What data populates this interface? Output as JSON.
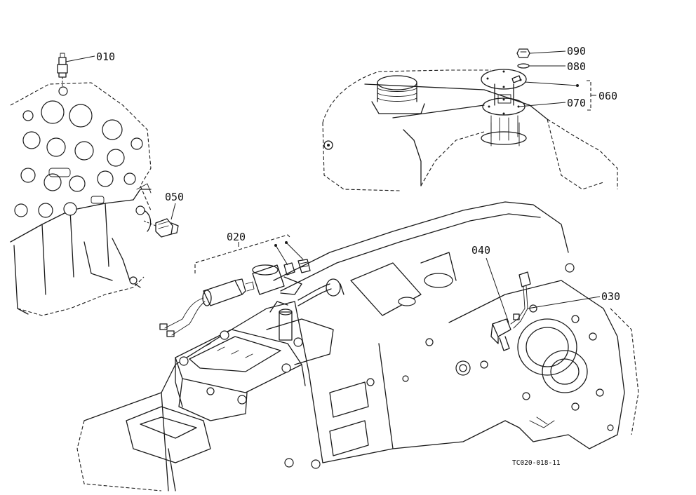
{
  "diagram": {
    "reference_code": "TC020-018-11",
    "callouts": [
      {
        "id": "010",
        "label": "010"
      },
      {
        "id": "020",
        "label": "020"
      },
      {
        "id": "030",
        "label": "030"
      },
      {
        "id": "040",
        "label": "040"
      },
      {
        "id": "050",
        "label": "050"
      },
      {
        "id": "060",
        "label": "060"
      },
      {
        "id": "070",
        "label": "070"
      },
      {
        "id": "080",
        "label": "080"
      },
      {
        "id": "090",
        "label": "090"
      }
    ]
  }
}
